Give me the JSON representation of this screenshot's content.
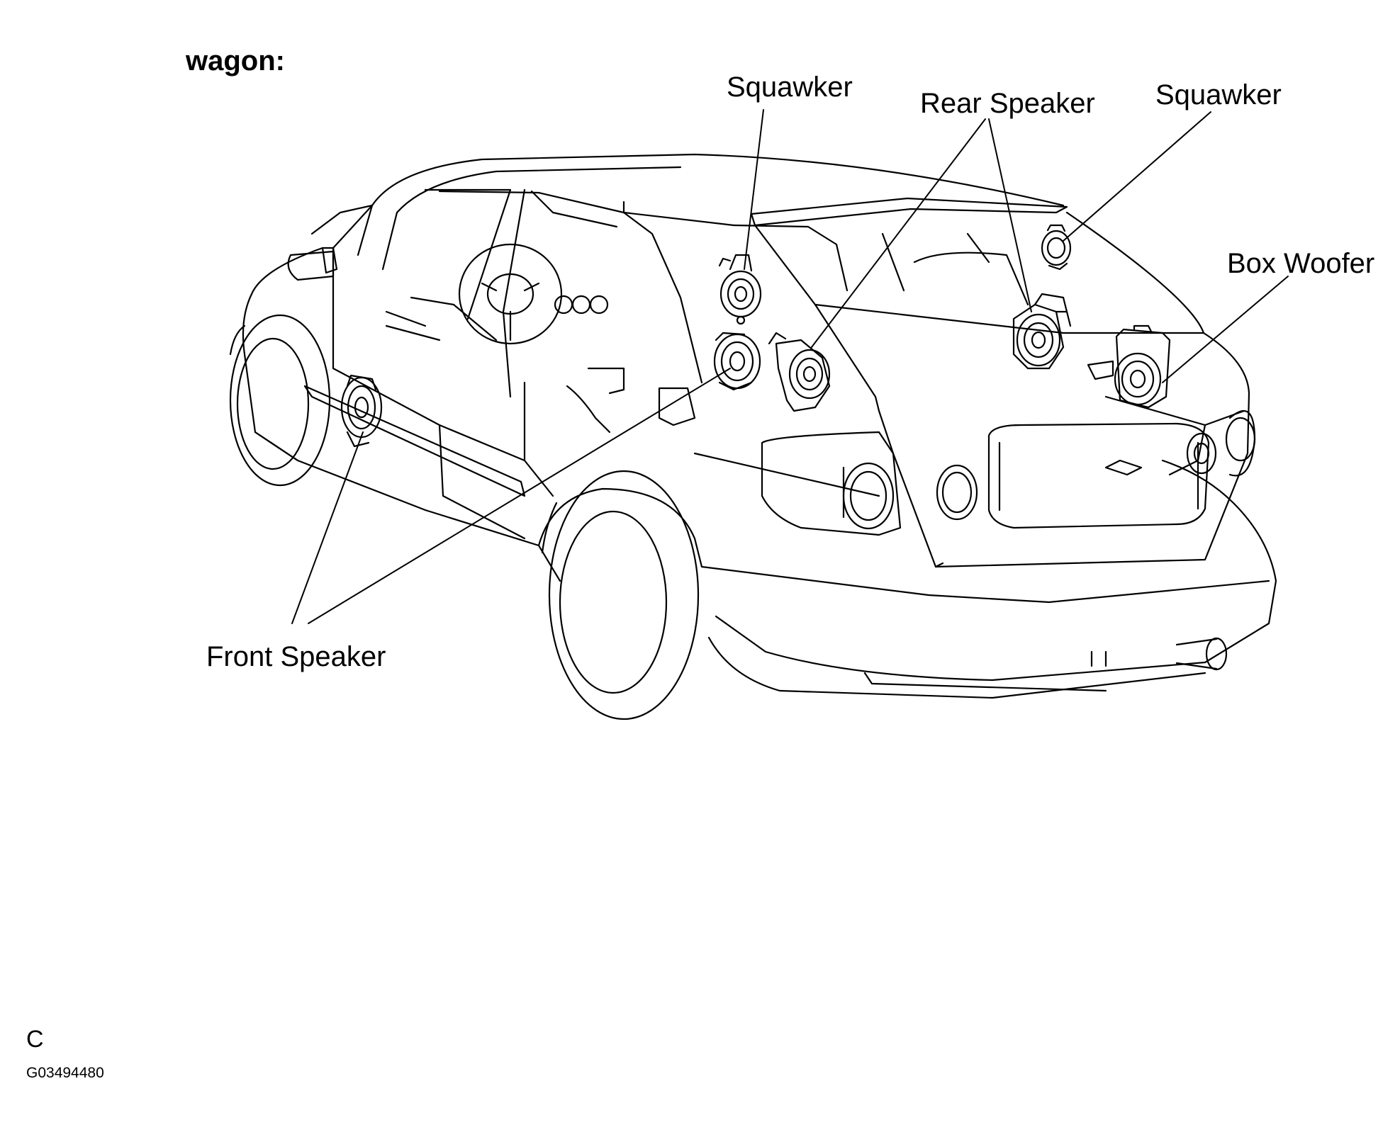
{
  "section_title": "wagon:",
  "callouts": {
    "squawker_front": "Squawker",
    "rear_speaker": "Rear Speaker",
    "squawker_rear": "Squawker",
    "box_woofer": "Box Woofer",
    "front_speaker": "Front Speaker"
  },
  "corner_letter": "C",
  "figure_code": "G03494480",
  "colors": {
    "line": "#000000",
    "background": "#ffffff"
  }
}
